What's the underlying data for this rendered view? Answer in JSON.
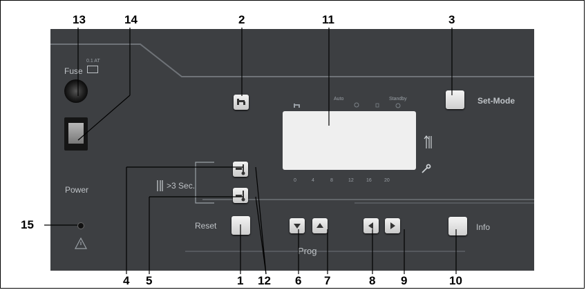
{
  "callouts": {
    "n1": "1",
    "n2": "2",
    "n3": "3",
    "n4": "4",
    "n5": "5",
    "n6": "6",
    "n7": "7",
    "n8": "8",
    "n9": "9",
    "n10": "10",
    "n11": "11",
    "n12": "12",
    "n13": "13",
    "n14": "14",
    "n15": "15"
  },
  "panel_labels": {
    "fuse": "Fuse",
    "fuse_rating": "0.1 AT",
    "power": "Power",
    "hold": ">3 Sec.",
    "reset": "Reset",
    "set_mode": "Set-Mode",
    "info": "Info",
    "prog": "Prog"
  },
  "display": {
    "mode_auto": "Auto",
    "mode_standby": "Standby",
    "scale": [
      "0",
      "4",
      "8",
      "12",
      "16",
      "20"
    ]
  },
  "icons": {
    "fuse_rect": "fuse-symbol-icon",
    "warning": "warning-triangle-icon",
    "tap": "tap-icon",
    "temp_up": "temperature-up-icon",
    "temp_down": "temperature-down-icon",
    "arrows": "up-down-down-up-icon",
    "wrench": "wrench-icon"
  },
  "colors": {
    "panel": "#3d3f42",
    "button": "#e0e0e0",
    "lcd": "#efefef",
    "text_on_panel": "#bfc3c7"
  }
}
